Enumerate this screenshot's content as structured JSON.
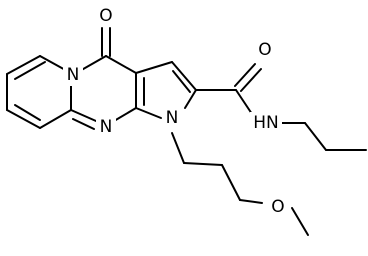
{
  "molecule": {
    "atoms": [
      {
        "id": "o_carbonyl_ring",
        "label": "O"
      },
      {
        "id": "n_bridge",
        "label": "N"
      },
      {
        "id": "n_ring",
        "label": "N"
      },
      {
        "id": "n_pyrrole",
        "label": "N"
      },
      {
        "id": "o_amide",
        "label": "O"
      },
      {
        "id": "nh_amide",
        "label": "HN"
      },
      {
        "id": "o_ether",
        "label": "O"
      }
    ]
  }
}
